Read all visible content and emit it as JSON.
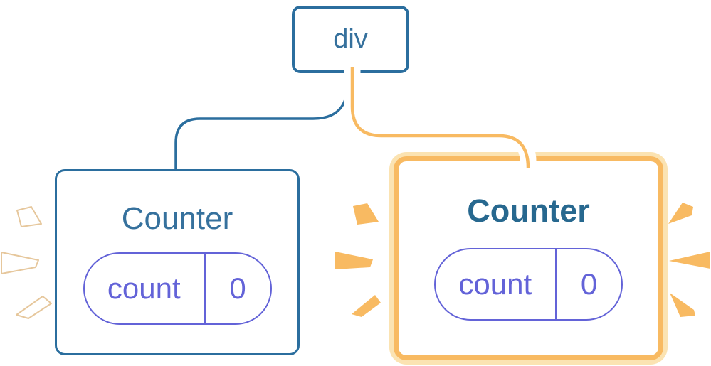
{
  "nodes": {
    "root": {
      "label": "div"
    },
    "left": {
      "title": "Counter",
      "state": {
        "key": "count",
        "value": "0"
      },
      "highlighted": false
    },
    "right": {
      "title": "Counter",
      "state": {
        "key": "count",
        "value": "0"
      },
      "highlighted": true
    }
  },
  "palette": {
    "blue_border": "#2B6E9E",
    "blue_text": "#36719D",
    "blue_text_bold": "#27688F",
    "purple": "#6363D8",
    "orange": "#F8BA62",
    "cream": "#FBE3B2",
    "white_sparkle_outline": "#E6C79C",
    "background": "#FFFFFF"
  },
  "icons": {
    "left_burst": "sparkle-burst-white",
    "middle_burst": "sparkle-burst-orange",
    "right_burst": "sparkle-burst-orange"
  }
}
